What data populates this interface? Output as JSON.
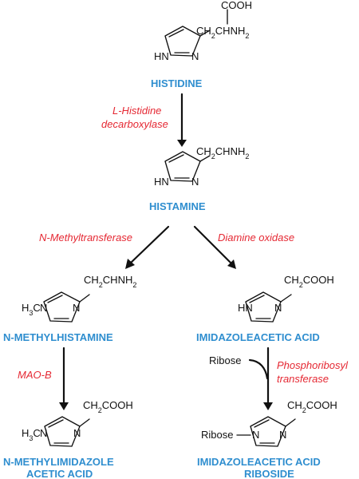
{
  "colors": {
    "compound_label": "#2f8ecf",
    "enzyme_label": "#e52833",
    "structure": "#111111",
    "background": "#ffffff"
  },
  "compounds": {
    "histidine": {
      "name": "HISTIDINE",
      "carboxyl": "COOH",
      "side_chain_prefix": "CH",
      "side_chain_sub1": "2",
      "side_chain_mid": "CH",
      "side_chain_suffix": "NH",
      "side_chain_sub2": "2",
      "ring_n1": "HN",
      "ring_n2": "N"
    },
    "histamine": {
      "name": "HISTAMINE",
      "side_chain_prefix": "CH",
      "side_chain_sub1": "2",
      "side_chain_mid": "CH",
      "side_chain_suffix": "NH",
      "side_chain_sub2": "2",
      "ring_n1": "HN",
      "ring_n2": "N"
    },
    "n_methylhistamine": {
      "name": "N-METHYLHISTAMINE",
      "side_chain_prefix": "CH",
      "side_chain_sub1": "2",
      "side_chain_mid": "CH",
      "side_chain_suffix": "NH",
      "side_chain_sub2": "2",
      "ring_methyl_prefix": "H",
      "ring_methyl_sub": "3",
      "ring_methyl_suffix": "C",
      "ring_n1": "N",
      "ring_n2": "N"
    },
    "imidazoleacetic_acid": {
      "name": "IMIDAZOLEACETIC ACID",
      "side_chain_prefix": "CH",
      "side_chain_sub1": "2",
      "side_chain_suffix": "COOH",
      "ring_n1": "HN",
      "ring_n2": "N"
    },
    "n_methylimidazole_acetic_acid": {
      "name_line1": "N-METHYLIMIDAZOLE",
      "name_line2": "ACETIC ACID",
      "side_chain_prefix": "CH",
      "side_chain_sub1": "2",
      "side_chain_suffix": "COOH",
      "ring_methyl_prefix": "H",
      "ring_methyl_sub": "3",
      "ring_methyl_suffix": "C",
      "ring_n1": "N",
      "ring_n2": "N"
    },
    "imidazoleacetic_acid_riboside": {
      "name_line1": "IMIDAZOLEACETIC ACID",
      "name_line2": "RIBOSIDE",
      "side_chain_prefix": "CH",
      "side_chain_sub1": "2",
      "side_chain_suffix": "COOH",
      "ribose_label": "Ribose",
      "ring_n1": "N",
      "ring_n2": "N"
    }
  },
  "enzymes": {
    "histidine_decarboxylase_line1": "L-Histidine",
    "histidine_decarboxylase_line2": "decarboxylase",
    "n_methyltransferase": "N-Methyltransferase",
    "diamine_oxidase": "Diamine oxidase",
    "mao_b": "MAO-B",
    "phosphoribosyl_line1": "Phosphoribosyl",
    "phosphoribosyl_line2": "transferase"
  },
  "cofactor": {
    "ribose_input": "Ribose"
  }
}
